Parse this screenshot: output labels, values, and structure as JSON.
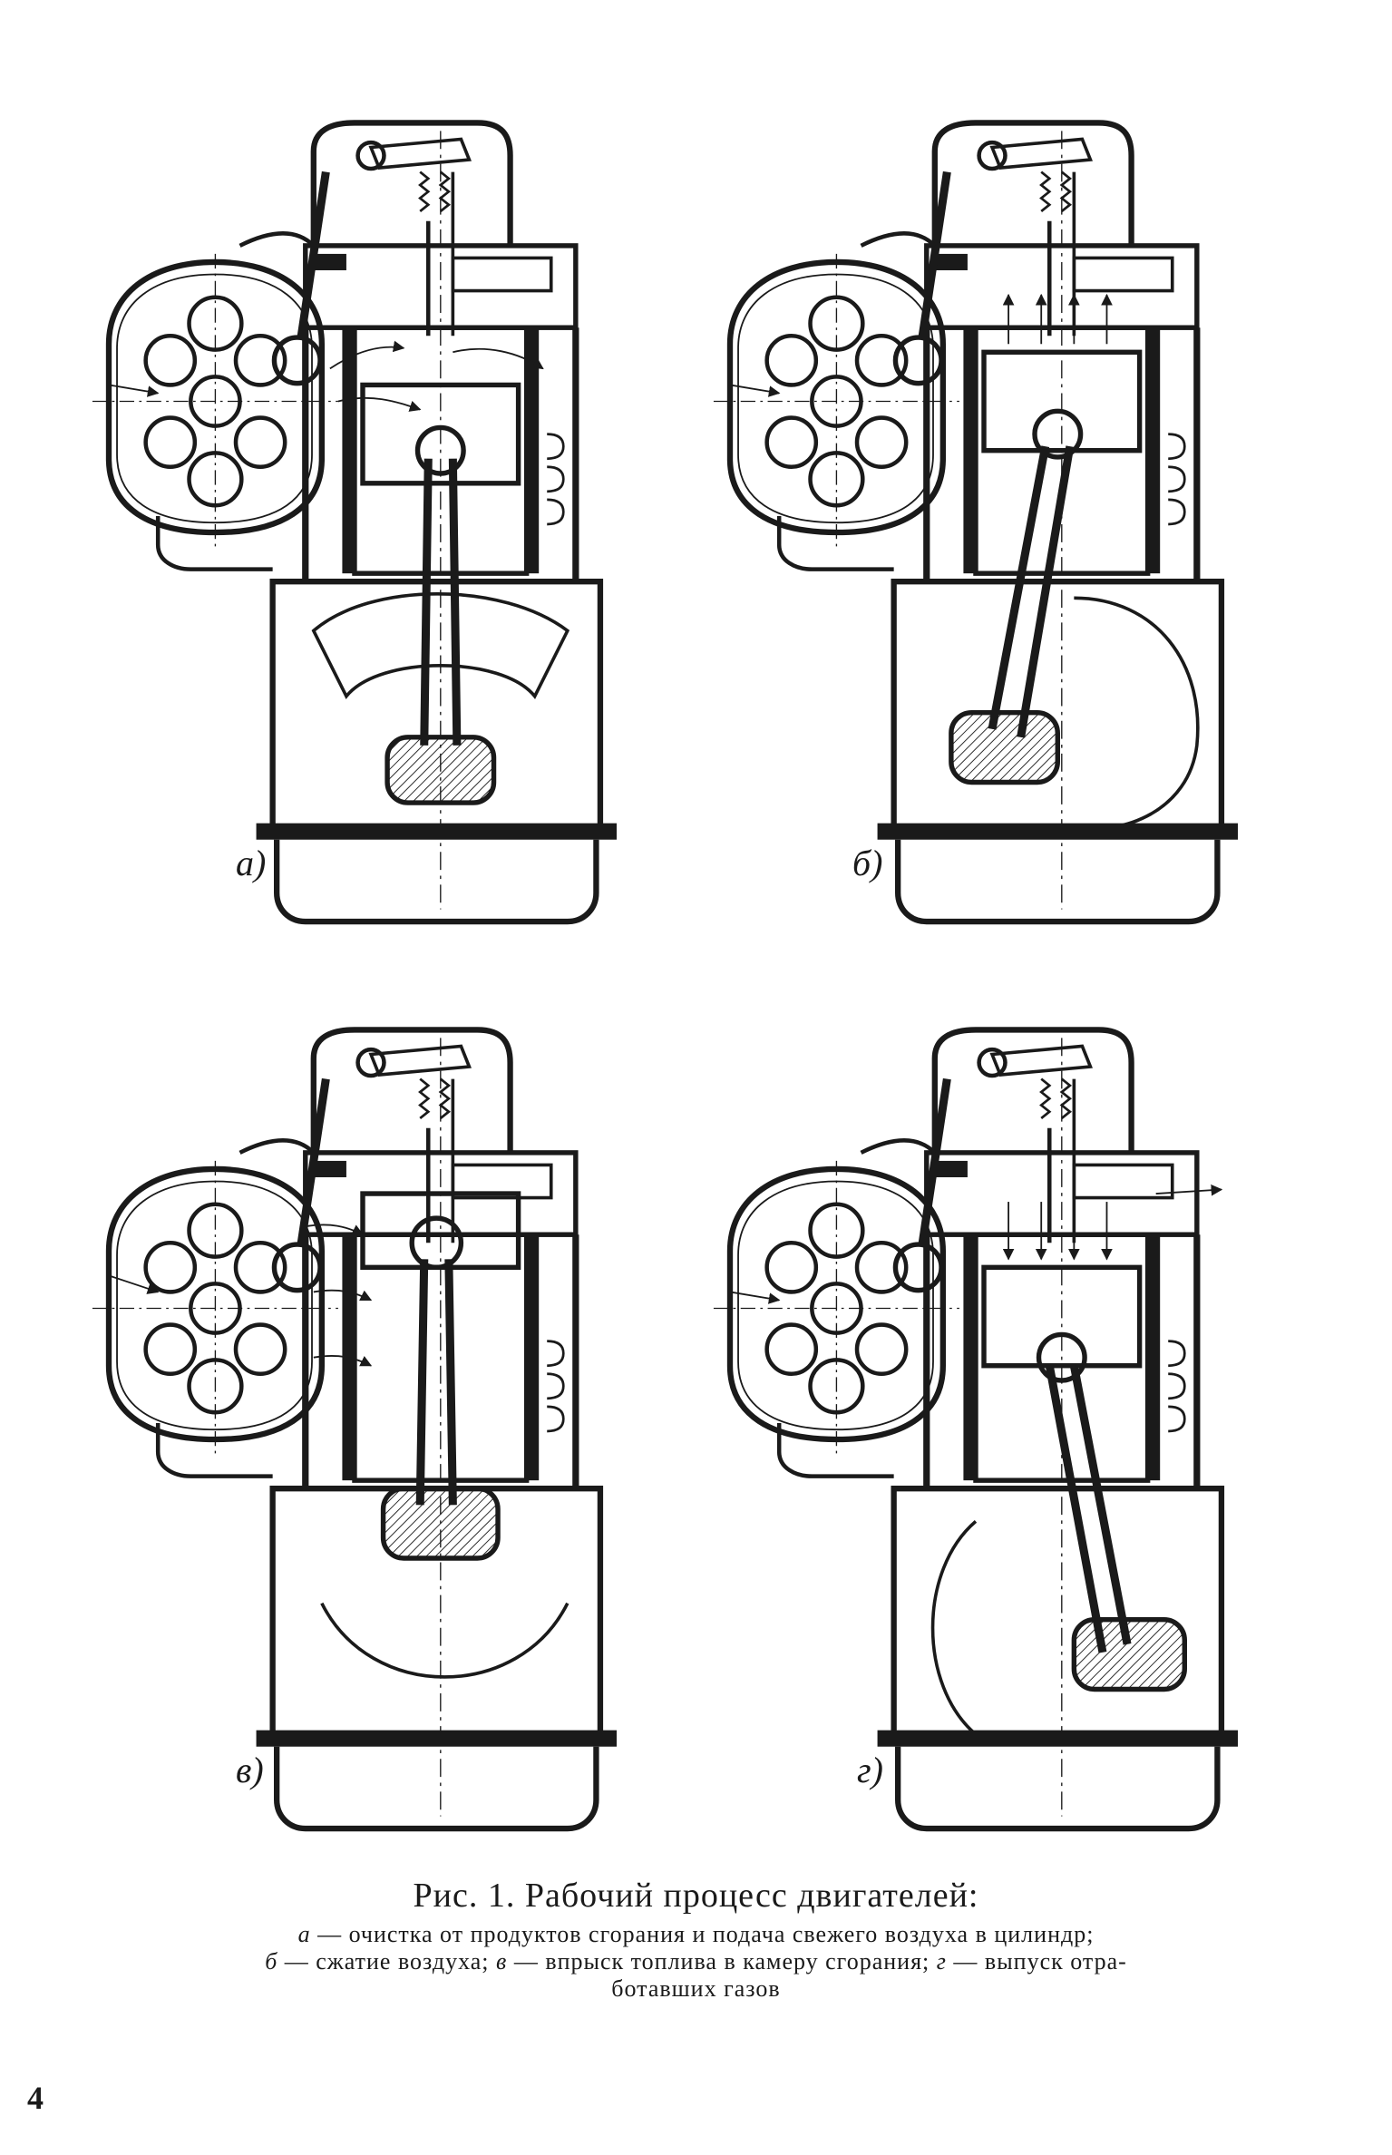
{
  "panels": [
    {
      "id": "a",
      "label": "а)"
    },
    {
      "id": "b",
      "label": "б)"
    },
    {
      "id": "v",
      "label": "в)"
    },
    {
      "id": "g",
      "label": "г)"
    }
  ],
  "caption": {
    "title": "Рис. 1. Рабочий процесс двигателей:",
    "line1": {
      "letter_a": "а",
      "text_a": " — очистка от продуктов сгорания и подача свежего воздуха в цилиндр;"
    },
    "line2": {
      "letter_b": "б",
      "text_b": " — сжатие воздуха; ",
      "letter_v": "в",
      "text_v": " — впрыск топлива в камеру сгорания; ",
      "letter_g": "г",
      "text_g": " — выпуск отра-"
    },
    "line3": "ботавших газов"
  },
  "page_number": "4"
}
